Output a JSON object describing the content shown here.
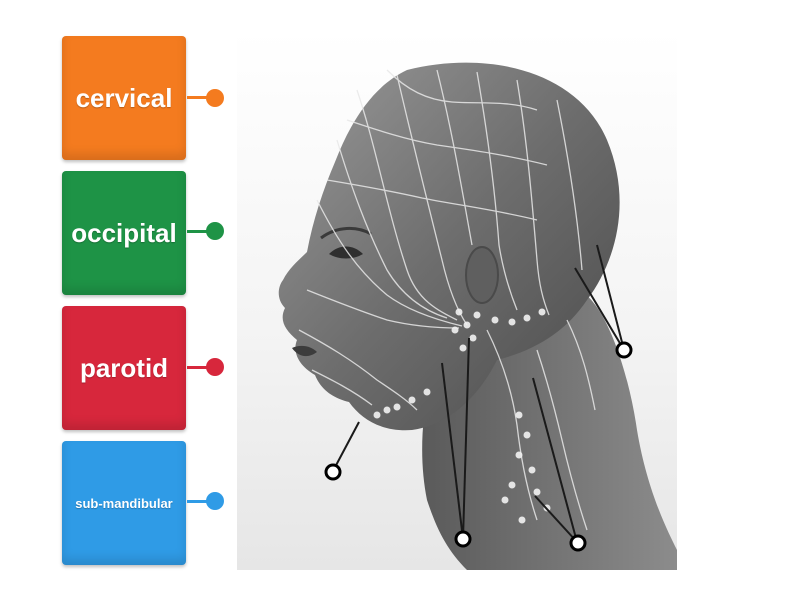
{
  "labels": [
    {
      "text": "cervical",
      "color": "#f47b1f"
    },
    {
      "text": "occipital",
      "color": "#1e9346"
    },
    {
      "text": "parotid",
      "color": "#d7273c"
    },
    {
      "text": "sub-mandibular",
      "color": "#2f9be6"
    }
  ],
  "figure": {
    "icon": "head-lymphatics-illustration",
    "drop_targets": 4
  }
}
